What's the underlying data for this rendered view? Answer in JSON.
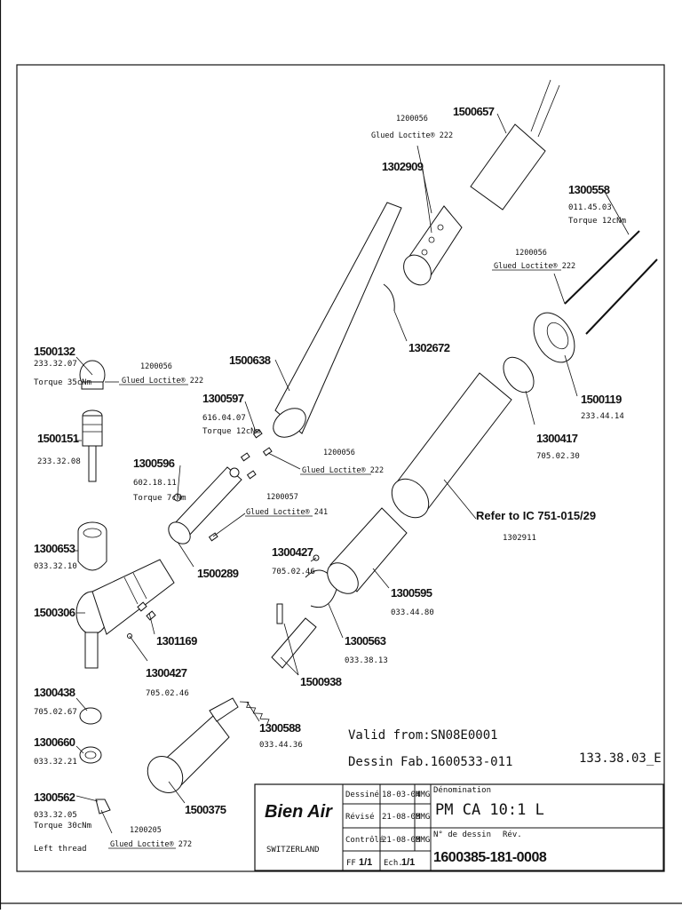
{
  "parts": [
    {
      "id": "p1500132",
      "num": "1500132",
      "code": "233.32.07",
      "torque": "Torque 35cNm"
    },
    {
      "id": "p1500151",
      "num": "1500151",
      "code": "233.32.08"
    },
    {
      "id": "p1300653",
      "num": "1300653",
      "code": "033.32.10"
    },
    {
      "id": "p1500306",
      "num": "1500306"
    },
    {
      "id": "p1300438",
      "num": "1300438",
      "code": "705.02.67"
    },
    {
      "id": "p1300660",
      "num": "1300660",
      "code": "033.32.21"
    },
    {
      "id": "p1300562",
      "num": "1300562",
      "code": "033.32.05",
      "torque": "Torque 30cNm",
      "extra": "Left thread"
    },
    {
      "id": "p1300596",
      "num": "1300596",
      "code": "602.18.11",
      "torque": "Torque 7cNm"
    },
    {
      "id": "p1300597",
      "num": "1300597",
      "code": "616.04.07",
      "torque": "Torque 12cNm"
    },
    {
      "id": "p1500638",
      "num": "1500638"
    },
    {
      "id": "p1500289",
      "num": "1500289"
    },
    {
      "id": "p1301169",
      "num": "1301169"
    },
    {
      "id": "p1300427a",
      "num": "1300427",
      "code": "705.02.46"
    },
    {
      "id": "p1500375",
      "num": "1500375"
    },
    {
      "id": "p1300588",
      "num": "1300588",
      "code": "033.44.36"
    },
    {
      "id": "p1500938",
      "num": "1500938"
    },
    {
      "id": "p1300563",
      "num": "1300563",
      "code": "033.38.13"
    },
    {
      "id": "p1300427b",
      "num": "1300427",
      "code": "705.02.46"
    },
    {
      "id": "p1300595",
      "num": "1300595",
      "code": "033.44.80"
    },
    {
      "id": "p1302909",
      "num": "1302909"
    },
    {
      "id": "p1302672",
      "num": "1302672"
    },
    {
      "id": "p1500657",
      "num": "1500657"
    },
    {
      "id": "p1300558",
      "num": "1300558",
      "code": "011.45.03",
      "torque": "Torque 12cNm"
    },
    {
      "id": "p1500119",
      "num": "1500119",
      "code": "233.44.14"
    },
    {
      "id": "p1300417",
      "num": "1300417",
      "code": "705.02.30"
    }
  ],
  "notes": {
    "glue_1500132_code": "1200056",
    "glue_1500132_text": "Glued Loctite® 222",
    "glue_screw_code": "1200056",
    "glue_screw_text": "Glued Loctite® 222",
    "glue_pin_code": "1200057",
    "glue_pin_text": "Glued Loctite® 241",
    "glue_1302909_code": "1200056",
    "glue_1302909_text": "Glued Loctite® 222",
    "glue_1500119_code": "1200056",
    "glue_1500119_text": "Glued Loctite® 222",
    "glue_1300562_code": "1200205",
    "glue_1300562_text": "Glued Loctite® 272",
    "refer": "Refer to IC 751-015/29",
    "refer_code": "1302911"
  },
  "validity": {
    "valid_from": "Valid from:SN08E0001",
    "dessin_fab": "Dessin Fab.1600533-011",
    "doc_ref": "133.38.03_E"
  },
  "title_block": {
    "logo": "Bien Air",
    "country": "SWITZERLAND",
    "rows": [
      {
        "label": "Dessiné",
        "date": "18-03-04",
        "init": "MMG"
      },
      {
        "label": "Révisé",
        "date": "21-08-08",
        "init": "MMG"
      },
      {
        "label": "Contrôlé",
        "date": "21-08-08",
        "init": "MMG"
      }
    ],
    "ff_label": "FF",
    "ff_value": "1/1",
    "ech_label": "Ech.",
    "ech_value": "1/1",
    "denomination_label": "Dénomination",
    "denomination": "PM CA 10:1 L",
    "dessin_label": "N° de dessin",
    "rev_label": "Rév.",
    "drawing_number": "1600385-181-0008"
  }
}
